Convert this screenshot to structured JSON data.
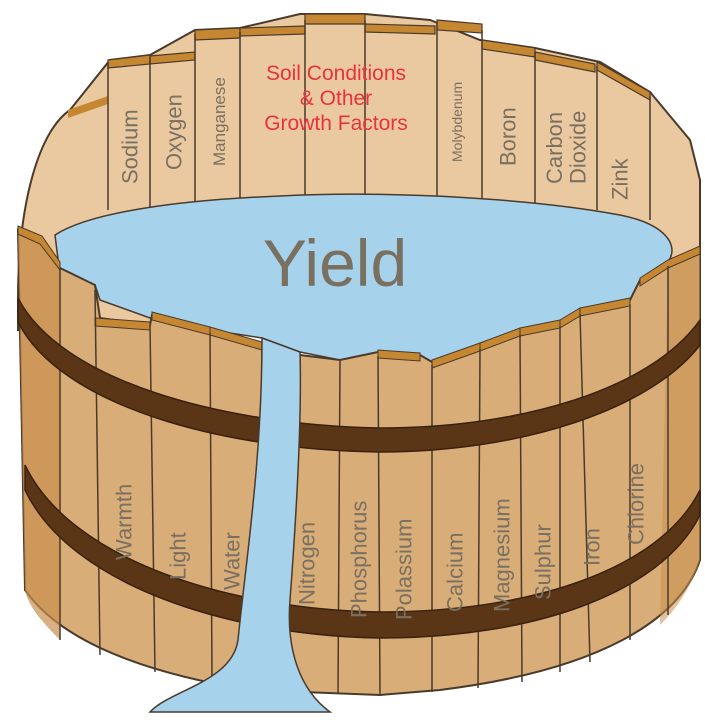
{
  "colors": {
    "wood_light": "#eac9a1",
    "wood_mid": "#d9ad78",
    "wood_dark": "#c98f4f",
    "rim": "#c68733",
    "band": "#5a3516",
    "water": "#a7d2ec",
    "text_gray": "#7a7060",
    "text_red": "#e8333c",
    "outline": "#4a3a2a"
  },
  "title": "Yield",
  "header_label": [
    "Soil Conditions",
    "& Other",
    "Growth Factors"
  ],
  "back_staves": [
    {
      "key": "sodium",
      "lines": [
        "Sodium"
      ]
    },
    {
      "key": "oxygen",
      "lines": [
        "Oxygen"
      ]
    },
    {
      "key": "manganese",
      "lines": [
        "Manganese"
      ]
    },
    {
      "key": "molybdenum",
      "lines": [
        "Molybdenum"
      ]
    },
    {
      "key": "boron",
      "lines": [
        "Boron"
      ]
    },
    {
      "key": "carbon-dioxide",
      "lines": [
        "Carbon",
        "Dioxide"
      ]
    },
    {
      "key": "zink",
      "lines": [
        "Zink"
      ]
    }
  ],
  "front_staves": [
    {
      "key": "warmth",
      "lines": [
        "Warmth"
      ]
    },
    {
      "key": "light",
      "lines": [
        "Light"
      ]
    },
    {
      "key": "water",
      "lines": [
        "Water"
      ]
    },
    {
      "key": "nitrogen",
      "lines": [
        "Nitrogen"
      ]
    },
    {
      "key": "phosphorus",
      "lines": [
        "Phosphorus"
      ]
    },
    {
      "key": "polassium",
      "lines": [
        "Polassium"
      ]
    },
    {
      "key": "calcium",
      "lines": [
        "Calcium"
      ]
    },
    {
      "key": "magnesium",
      "lines": [
        "Magnesium"
      ]
    },
    {
      "key": "sulphur",
      "lines": [
        "Sulphur"
      ]
    },
    {
      "key": "iron",
      "lines": [
        "Iron"
      ]
    },
    {
      "key": "chlorine",
      "lines": [
        "Chlorine"
      ]
    }
  ]
}
